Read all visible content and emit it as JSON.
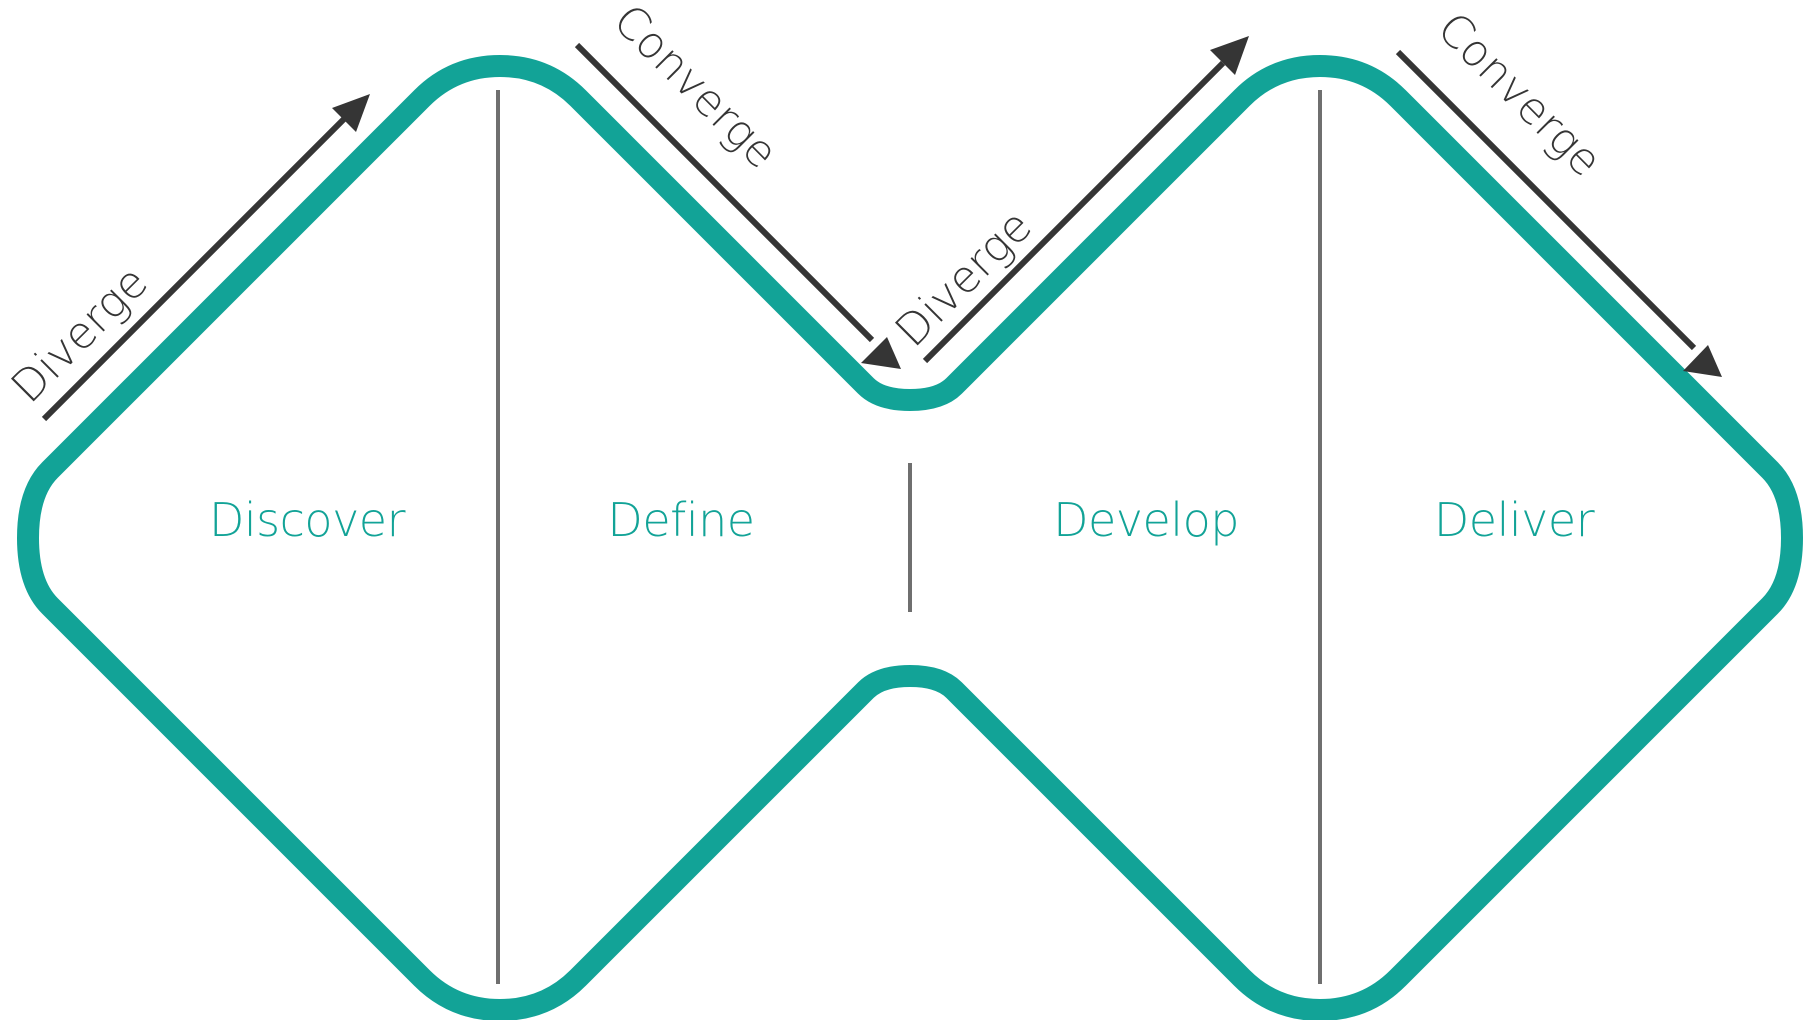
{
  "colors": {
    "outline": "#12a397",
    "divider": "#6f6f6f",
    "arrow": "#353535",
    "phase_text": "#12a397",
    "arrow_text": "#353535",
    "background": "#ffffff"
  },
  "phases": {
    "discover": "Discover",
    "define": "Define",
    "develop": "Develop",
    "deliver": "Deliver"
  },
  "arrows": {
    "diverge_1": "Diverge",
    "converge_1": "Converge",
    "diverge_2": "Diverge",
    "converge_2": "Converge"
  }
}
